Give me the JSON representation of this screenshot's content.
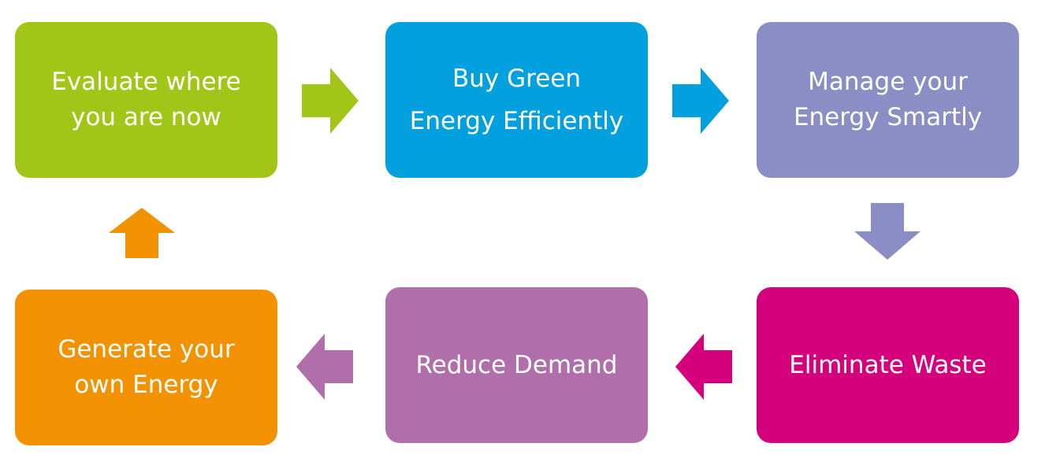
{
  "colors": {
    "green": "#a2c617",
    "blue": "#02a0df",
    "lavender": "#8b8ec4",
    "magenta": "#d4007c",
    "purple": "#b06eaa",
    "orange": "#f39200"
  },
  "steps": [
    {
      "lines": [
        "Evaluate where",
        "you are now"
      ],
      "color": "#a2c617"
    },
    {
      "lines": [
        "Buy Green",
        "Energy Efficiently"
      ],
      "color": "#02a0df"
    },
    {
      "lines": [
        "Manage your",
        "Energy Smartly"
      ],
      "color": "#8b8ec4"
    },
    {
      "lines": [
        "Eliminate Waste"
      ],
      "color": "#d4007c"
    },
    {
      "lines": [
        "Reduce Demand"
      ],
      "color": "#b06eaa"
    },
    {
      "lines": [
        "Generate your",
        "own Energy"
      ],
      "color": "#f39200"
    }
  ],
  "arrows": [
    {
      "direction": "right",
      "color": "#a2c617"
    },
    {
      "direction": "right",
      "color": "#02a0df"
    },
    {
      "direction": "down",
      "color": "#8b8ec4"
    },
    {
      "direction": "left",
      "color": "#d4007c"
    },
    {
      "direction": "left",
      "color": "#b06eaa"
    },
    {
      "direction": "up",
      "color": "#f39200"
    }
  ]
}
